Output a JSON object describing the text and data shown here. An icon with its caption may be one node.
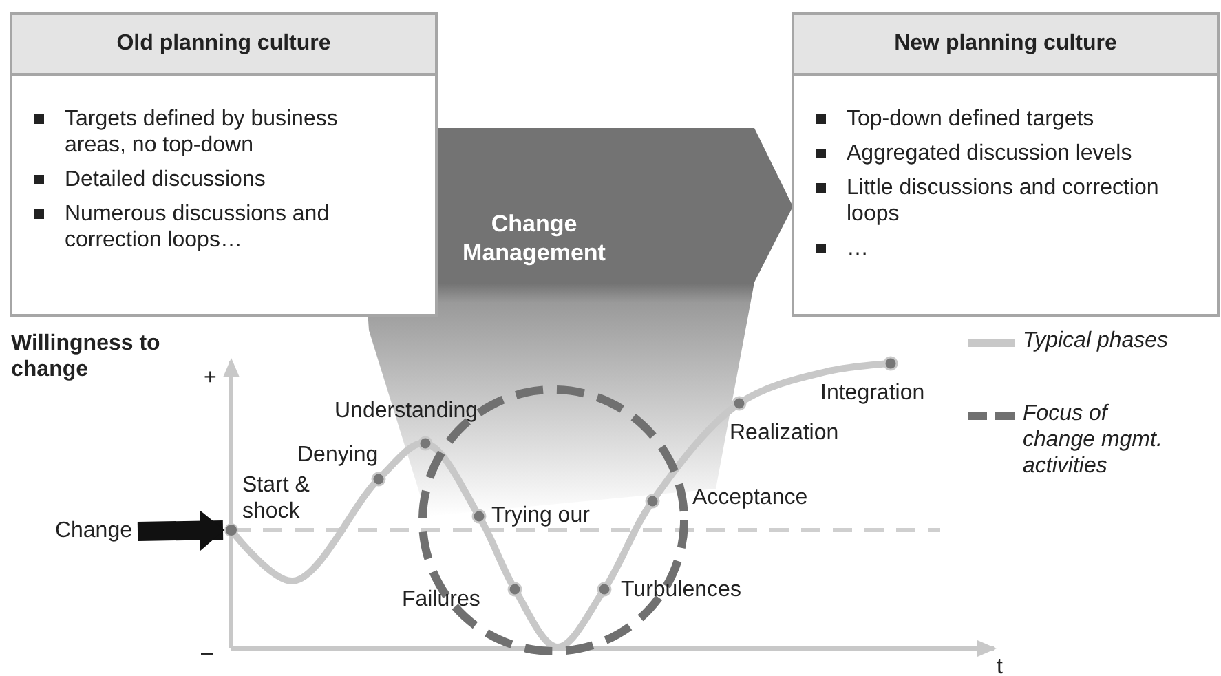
{
  "diagram": {
    "nodes": [
      {
        "text": [
          "Old planning culture",
          "Targets defined by business areas, no top-down",
          "Detailed discussions",
          "Numerous discussions and correction loops…"
        ]
      },
      {
        "text": [
          "New planning culture",
          "Top-down defined targets",
          "Aggregated discussion levels",
          "Little discussions and correction loops",
          "…"
        ]
      },
      {
        "text": [
          "Change Management"
        ]
      },
      {
        "text": [
          "Change"
        ]
      },
      {
        "text": [],
        "shape": "circle"
      }
    ],
    "edges": [
      {
        "from": 3,
        "to": 4,
        "arrow": "to"
      }
    ],
    "labels": [
      "Willingness to change",
      "+",
      "Integration",
      "Understanding",
      "Realization",
      "Denying",
      "Start & shock",
      "Trying our",
      "Acceptance",
      "Failures",
      "Turbulences",
      "–",
      "t"
    ],
    "legend": [
      {
        "text": "Typical phases"
      },
      {
        "text": "Focus of change mgmt. activities"
      }
    ]
  }
}
